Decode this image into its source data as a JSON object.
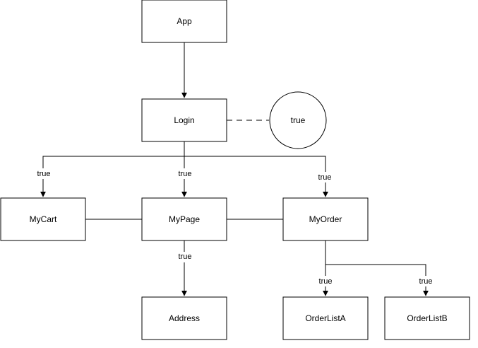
{
  "nodes": {
    "app": "App",
    "login": "Login",
    "login_state": "true",
    "my_cart": "MyCart",
    "my_page": "MyPage",
    "my_order": "MyOrder",
    "address": "Address",
    "order_list_a": "OrderListA",
    "order_list_b": "OrderListB"
  },
  "edge_labels": {
    "login_to_my_cart": "true",
    "login_to_my_page": "true",
    "login_to_my_order": "true",
    "my_page_to_address": "true",
    "my_order_to_order_list_a": "true",
    "my_order_to_order_list_b": "true"
  },
  "colors": {
    "stroke": "#000000",
    "fill": "#ffffff"
  }
}
